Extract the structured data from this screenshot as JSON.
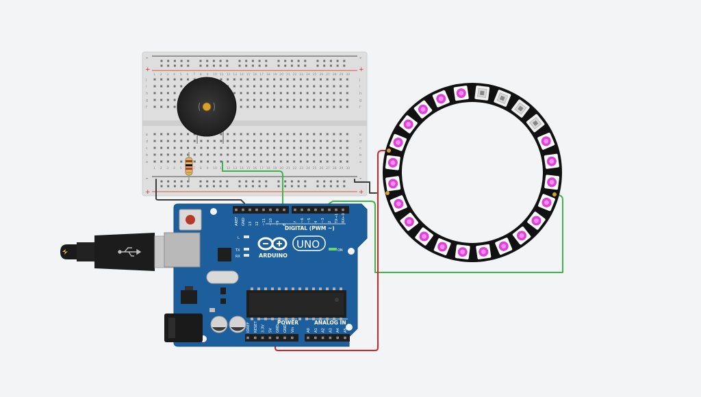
{
  "arduino": {
    "brand": "ARDUINO",
    "model": "UNO",
    "digital_label": "DIGITAL (PWM ~)",
    "power_label": "POWER",
    "analog_label": "ANALOG IN",
    "on_label": "ON",
    "l_label": "L",
    "tx_label": "TX",
    "rx_label": "RX",
    "digital_pins": [
      "AREF",
      "GND",
      "13",
      "12",
      "~11",
      "~10",
      "~9",
      "8",
      "7",
      "~6",
      "~5",
      "4",
      "~3",
      "2",
      "TX→1",
      "RX←0"
    ],
    "power_pins": [
      "IOREF",
      "RESET",
      "3.3V",
      "5V",
      "GND",
      "GND",
      "Vin"
    ],
    "analog_pins": [
      "A0",
      "A1",
      "A2",
      "A3",
      "A4",
      "A5"
    ]
  },
  "breadboard": {
    "rail_minus": "-",
    "rail_plus": "+",
    "rows_top": [
      "j",
      "i",
      "h",
      "g",
      "f"
    ],
    "rows_bottom": [
      "e",
      "d",
      "c",
      "b",
      "a"
    ],
    "column_numbers": [
      "1",
      "2",
      "3",
      "4",
      "5",
      "6",
      "7",
      "8",
      "9",
      "10",
      "11",
      "12",
      "13",
      "14",
      "15",
      "16",
      "17",
      "18",
      "19",
      "20",
      "21",
      "22",
      "23",
      "24",
      "25",
      "26",
      "27",
      "28",
      "29",
      "30"
    ]
  },
  "colors": {
    "board_blue": "#1d5f9c",
    "board_dark": "#174e82",
    "wire_green": "#3ab54a",
    "wire_red": "#e02020",
    "wire_black": "#3a3a3a",
    "rail_red": "#e0533a",
    "rail_blue": "#4a4a4a",
    "led_pink": "#e040d8",
    "ring_black": "#111111"
  },
  "neopixel": {
    "led_count": 24,
    "lit": [
      true,
      true,
      true,
      true,
      true,
      true,
      true,
      true,
      true,
      true,
      true,
      true,
      true,
      true,
      true,
      true,
      true,
      true,
      true,
      true,
      false,
      false,
      false,
      false,
      false
    ]
  }
}
